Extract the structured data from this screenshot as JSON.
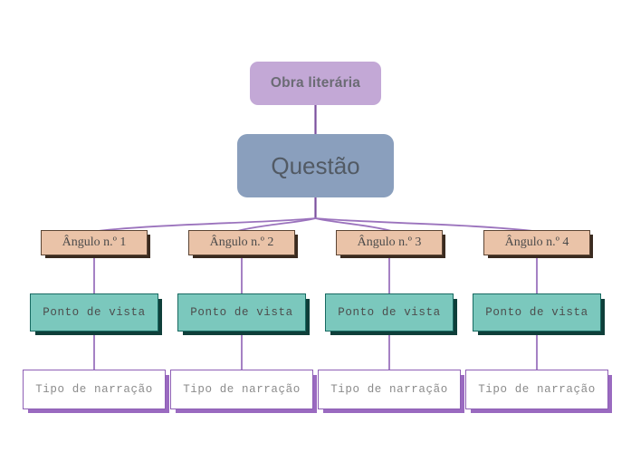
{
  "diagram": {
    "type": "mind-map-tree",
    "background_color": "#ffffff",
    "connector_color": "#7b4f9e",
    "root": {
      "label": "Obra literária",
      "fill": "#c3a8d6",
      "text_color": "#6b6b74"
    },
    "question": {
      "label": "Questão",
      "fill": "#8a9fbd",
      "text_color": "#525a64"
    },
    "branches": [
      {
        "angle_label": "Ângulo n.º 1",
        "view_label": "Ponto de vista",
        "narration_label": "Tipo de narração"
      },
      {
        "angle_label": "Ângulo n.º 2",
        "view_label": "Ponto de vista",
        "narration_label": "Tipo de narração"
      },
      {
        "angle_label": "Ângulo n.º 3",
        "view_label": "Ponto de vista",
        "narration_label": "Tipo de narração"
      },
      {
        "angle_label": "Ângulo n.º 4",
        "view_label": "Ponto de vista",
        "narration_label": "Tipo de narração"
      }
    ],
    "styles": {
      "angle_fill": "#eac3a8",
      "angle_border": "#5c4534",
      "angle_shadow": "#3a2b20",
      "view_fill": "#7bc8bd",
      "view_border": "#186a62",
      "view_shadow": "#0f3f3a",
      "narration_fill": "#ffffff",
      "narration_border": "#8e5fb5",
      "narration_shadow": "#9a6ac0"
    }
  }
}
